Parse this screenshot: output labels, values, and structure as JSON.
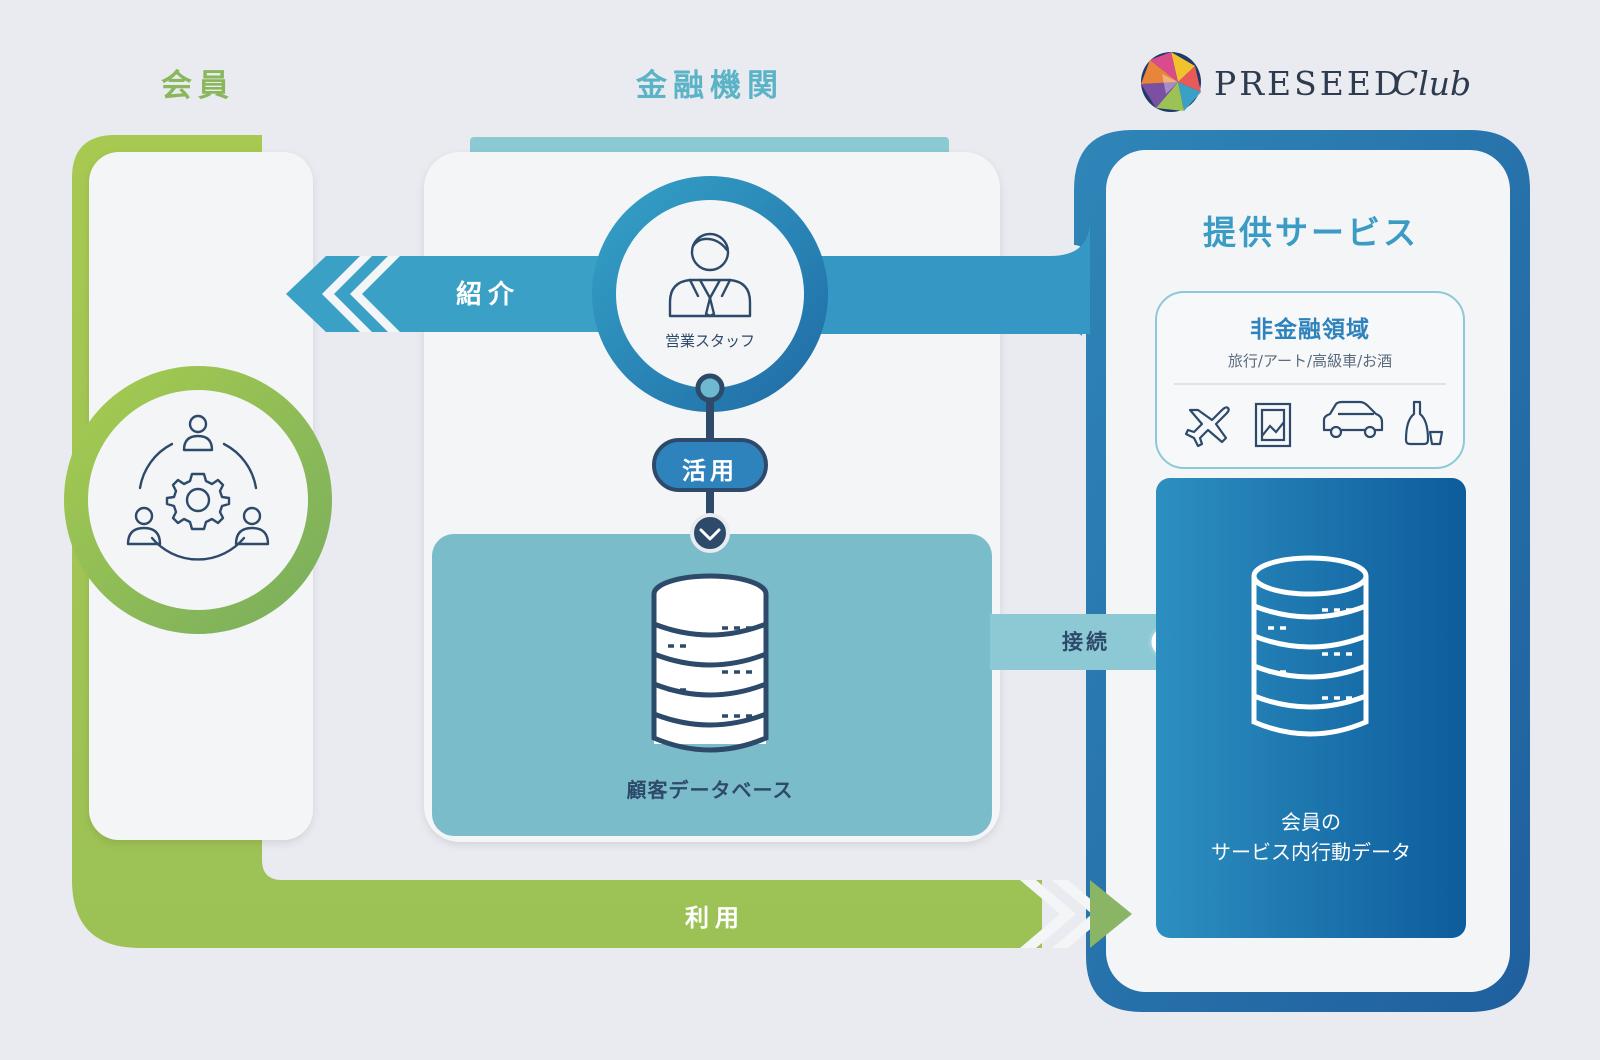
{
  "headers": {
    "member": "会員",
    "institution": "金融機関",
    "brand": "PRESEED",
    "brand_script": "Club"
  },
  "labels": {
    "introduce": "紹介",
    "staff": "営業スタッフ",
    "utilize": "活用",
    "customer_db": "顧客データベース",
    "connect": "接続",
    "use": "利用"
  },
  "service": {
    "title": "提供サービス",
    "nonfinancial_title": "非金融領域",
    "nonfinancial_sub": "旅行/アート/高級車/お酒",
    "icons": [
      "airplane-icon",
      "art-frame-icon",
      "car-icon",
      "sake-icon"
    ],
    "member_data_line1": "会員の",
    "member_data_line2": "サービス内行動データ"
  },
  "colors": {
    "green": "#9cc155",
    "teal": "#3a9cc4",
    "navy": "#1f6aa5",
    "db_teal": "#7bbccd",
    "dark": "#2e4a6b",
    "bg": "#e9ebf0"
  }
}
